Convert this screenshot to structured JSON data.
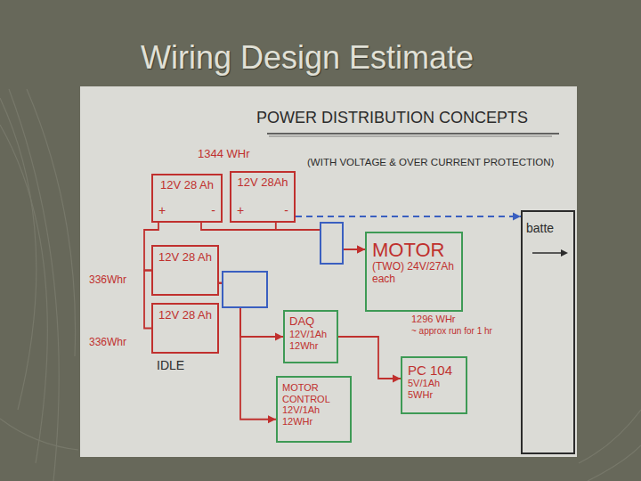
{
  "diagram": {
    "title": "Wiring Design Estimate",
    "nodes": [
      {
        "text": [
          "12V 28 Ah",
          "+",
          "-"
        ]
      },
      {
        "text": [
          "12V 28Ah",
          "+",
          "-"
        ]
      },
      {
        "text": [
          "batte"
        ]
      },
      {
        "text": [
          "12V 28 Ah"
        ]
      },
      {
        "text": [
          "MOTOR",
          "(TWO) 24V/27Ah each"
        ]
      },
      {
        "text": [
          "12V 28 Ah"
        ]
      },
      {
        "text": [
          "DAQ",
          "12V/1Ah 12Whr"
        ]
      },
      {
        "text": [
          "PC 104",
          "5V/1Ah 5WHr"
        ]
      },
      {
        "text": [
          "MOTOR CONTROL",
          "12V/1Ah 12WHr"
        ]
      }
    ],
    "edges": [
      {
        "from": 0,
        "to": 4,
        "arrow": "to"
      },
      {
        "from": 1,
        "to": 4,
        "arrow": "to"
      },
      {
        "from": 1,
        "to": 2,
        "arrow": "to"
      },
      {
        "from": 3,
        "to": 6,
        "arrow": "to"
      },
      {
        "from": 3,
        "to": 8,
        "arrow": "to"
      },
      {
        "from": 6,
        "to": 7,
        "arrow": "to"
      },
      {
        "from": 0,
        "to": 3,
        "arrow": "none"
      },
      {
        "from": 3,
        "to": 5,
        "arrow": "none"
      }
    ],
    "labels": [
      "POWER DISTRIBUTION CONCEPTS",
      "(WITH VOLTAGE & OVER CURRENT PROTECTION)",
      "1344 WHr",
      "336Whr",
      "336Whr",
      "IDLE",
      "1296 WHr",
      "~ approx run for 1 hr"
    ]
  }
}
